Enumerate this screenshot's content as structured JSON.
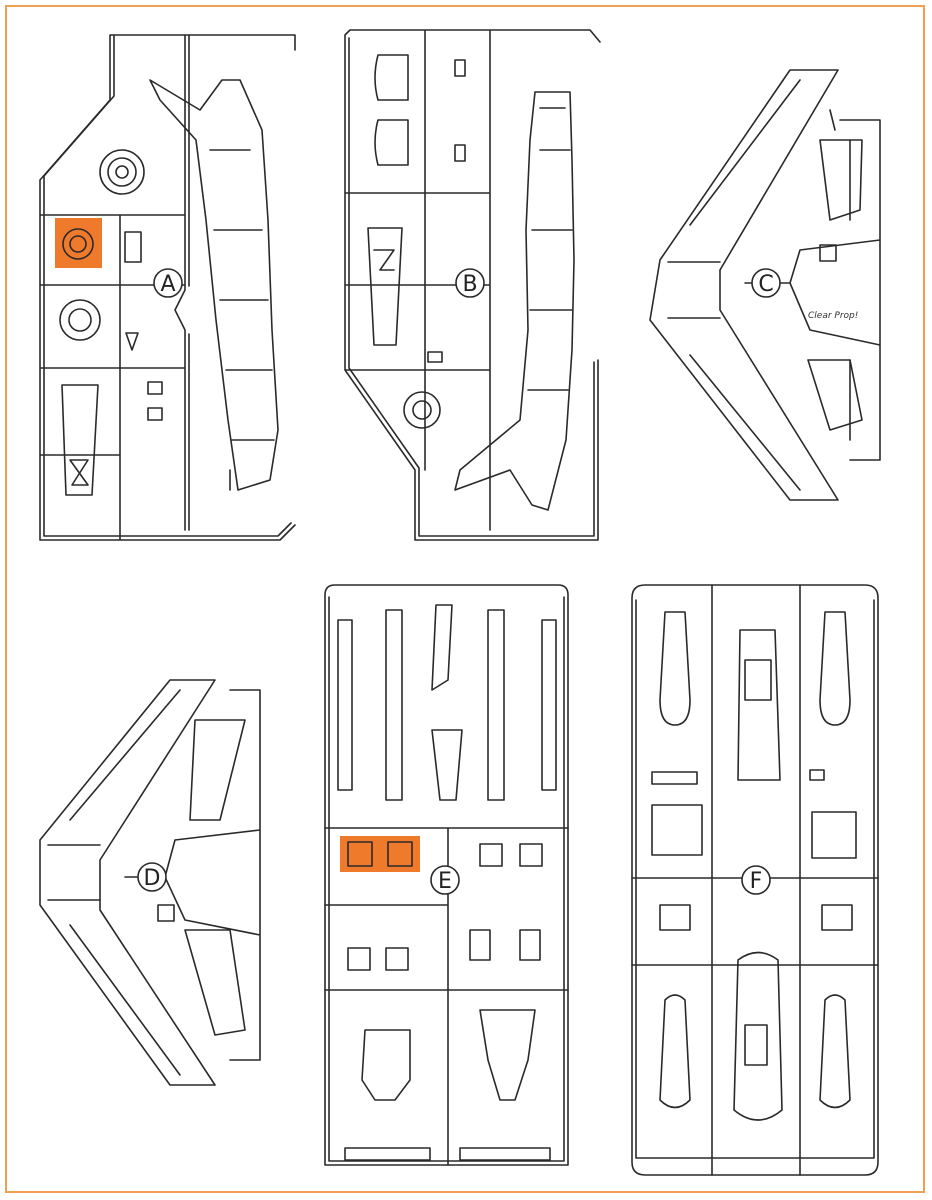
{
  "sprues": [
    {
      "id": "A",
      "label": "A"
    },
    {
      "id": "B",
      "label": "B"
    },
    {
      "id": "C",
      "label": "C"
    },
    {
      "id": "D",
      "label": "D"
    },
    {
      "id": "E",
      "label": "E"
    },
    {
      "id": "F",
      "label": "F"
    }
  ],
  "colors": {
    "frame": "#f0a050",
    "highlight": "#f07a2c",
    "line": "#2a2a2a"
  }
}
